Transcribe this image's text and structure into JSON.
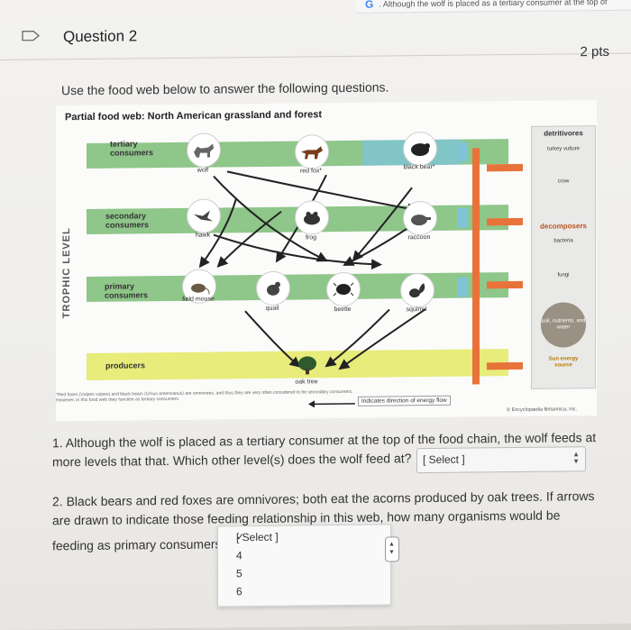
{
  "topbar": {
    "icon": "G",
    "text": ". Although the wolf is placed as a tertiary consumer at the top of"
  },
  "question": {
    "title": "Question 2",
    "points": "2 pts"
  },
  "intro": "Use the food web below to answer the following questions.",
  "figure": {
    "title": "Partial food web: North American grassland and forest",
    "trophic_label": "TROPHIC LEVEL",
    "levels": {
      "tertiary": "tertiary consumers",
      "secondary": "secondary consumers",
      "primary": "primary consumers",
      "producers": "producers"
    },
    "organisms": {
      "wolf": "wolf",
      "red_fox": "red fox*",
      "black_bear": "black bear*",
      "hawk": "hawk",
      "frog": "frog",
      "raccoon": "raccoon",
      "field_mouse": "field mouse",
      "quail": "quail",
      "beetle": "beetle",
      "squirrel": "squirrel",
      "oak_tree": "oak tree"
    },
    "detritivores": {
      "title": "detritivores",
      "items": [
        "turkey vulture",
        "crow"
      ]
    },
    "decomposers": {
      "title": "decomposers",
      "items": [
        "bacteria",
        "fungi"
      ]
    },
    "soil": "soil, nutrients, and water",
    "sun": "Sun energy source",
    "footnote": "*Red foxes (Vulpes vulpes) and black bears (Ursus americanus) are omnivores, and thus they are very often considered to be secondary consumers. However, in this food web they function as tertiary consumers.",
    "legend": "Indicates direction of energy flow",
    "copyright": "© Encyclopædia Britannica, Inc."
  },
  "q1": {
    "text": "1. Although the wolf is placed as a tertiary consumer at the top of the food chain, the wolf feeds at more levels that that. Which other level(s) does the wolf feed at?",
    "select_value": "[ Select ]"
  },
  "q2": {
    "text": "2. Black bears and red foxes are omnivores; both eat the acorns produced by oak trees. If arrows are drawn to indicate those feeding relationship in this web, how many organisms would be",
    "tail": "feeding as primary consumers",
    "options": [
      "[ Select ]",
      "4",
      "5",
      "6"
    ],
    "selected": "[ Select ]"
  },
  "colors": {
    "tertiary_band": "#8fc68a",
    "secondary_band": "#8fc68a",
    "producer_band": "#e7ec7a",
    "detritus_band": "#7ec4d6",
    "decomposer_orange": "#e8733a"
  }
}
